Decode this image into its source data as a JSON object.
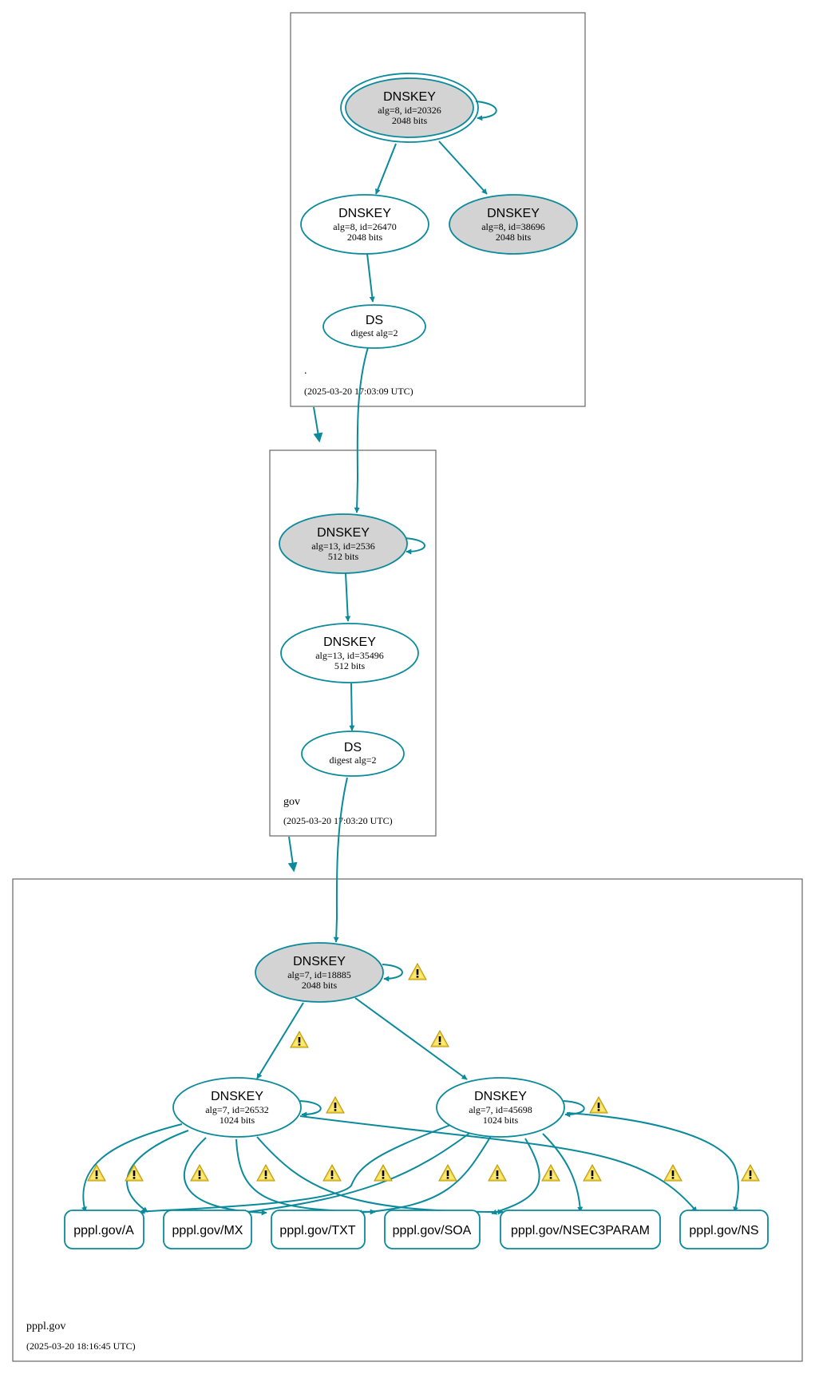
{
  "colors": {
    "edge": "#0a8a9a",
    "node_fill_sep": "#d3d3d3",
    "node_fill": "#ffffff",
    "warning_fill": "#f5d43a"
  },
  "zones": [
    {
      "label": ".",
      "timestamp": "(2025-03-20 17:03:09 UTC)"
    },
    {
      "label": "gov",
      "timestamp": "(2025-03-20 17:03:20 UTC)"
    },
    {
      "label": "pppl.gov",
      "timestamp": "(2025-03-20 18:16:45 UTC)"
    }
  ],
  "nodes": {
    "root_ksk": {
      "title": "DNSKEY",
      "line1": "alg=8, id=20326",
      "line2": "2048 bits"
    },
    "root_zsk": {
      "title": "DNSKEY",
      "line1": "alg=8, id=26470",
      "line2": "2048 bits"
    },
    "root_ksk2": {
      "title": "DNSKEY",
      "line1": "alg=8, id=38696",
      "line2": "2048 bits"
    },
    "root_ds": {
      "title": "DS",
      "line1": "digest alg=2"
    },
    "gov_ksk": {
      "title": "DNSKEY",
      "line1": "alg=13, id=2536",
      "line2": "512 bits"
    },
    "gov_zsk": {
      "title": "DNSKEY",
      "line1": "alg=13, id=35496",
      "line2": "512 bits"
    },
    "gov_ds": {
      "title": "DS",
      "line1": "digest alg=2"
    },
    "pppl_ksk": {
      "title": "DNSKEY",
      "line1": "alg=7, id=18885",
      "line2": "2048 bits"
    },
    "pppl_zsk1": {
      "title": "DNSKEY",
      "line1": "alg=7, id=26532",
      "line2": "1024 bits"
    },
    "pppl_zsk2": {
      "title": "DNSKEY",
      "line1": "alg=7, id=45698",
      "line2": "1024 bits"
    }
  },
  "rrsets": [
    "pppl.gov/A",
    "pppl.gov/MX",
    "pppl.gov/TXT",
    "pppl.gov/SOA",
    "pppl.gov/NSEC3PARAM",
    "pppl.gov/NS"
  ],
  "warning_icon": "warning-triangle-icon"
}
